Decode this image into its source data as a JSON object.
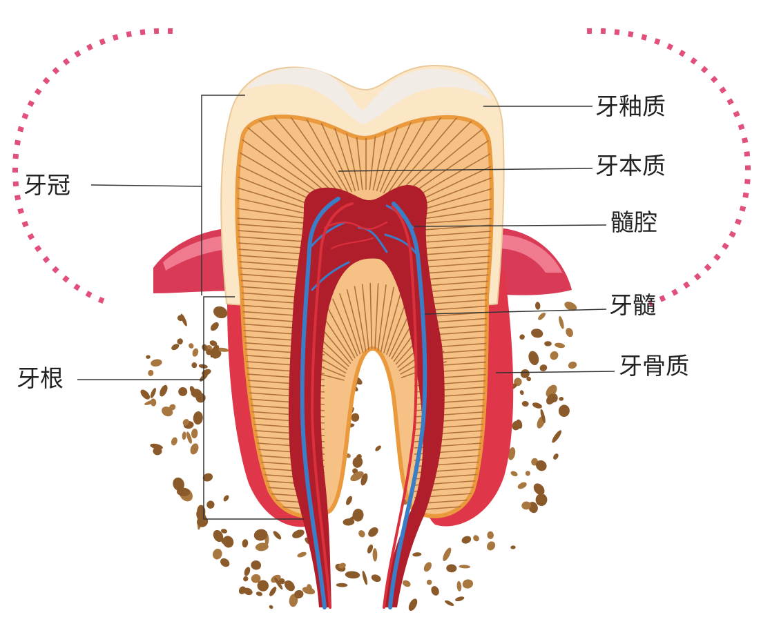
{
  "labels": {
    "enamel": "牙釉质",
    "dentin": "牙本质",
    "pulp_cavity": "髓腔",
    "pulp": "牙髓",
    "cementum": "牙骨质",
    "crown": "牙冠",
    "root": "牙根"
  },
  "colors": {
    "enamel": "#fbe6c6",
    "enamel_top": "#f2ece6",
    "dentin": "#f6c184",
    "dentin_line": "#b0703c",
    "dentin_border": "#ea9a3c",
    "pulp": "#b01e2c",
    "blood_vessel_artery": "#d9303c",
    "blood_vessel_vein": "#3a7ec8",
    "cementum": "#e0364a",
    "gum": "#d93a55",
    "gum_highlight": "#f07a90",
    "bone_particle": "#8b5a2b",
    "dotted_arc": "#e0507a",
    "leader_line": "#333333"
  },
  "icons": [
    "tooth-cross-section",
    "bone-particles",
    "dotted-arc"
  ]
}
